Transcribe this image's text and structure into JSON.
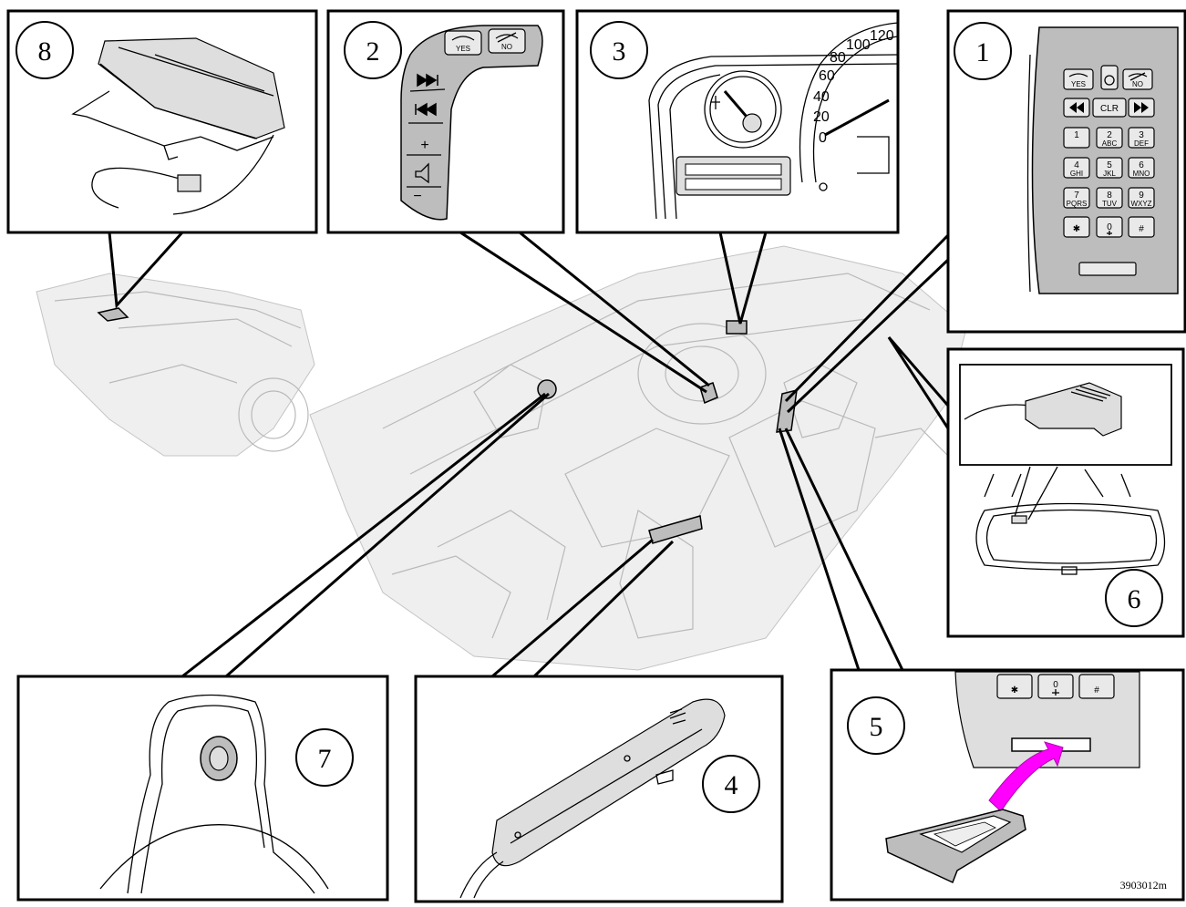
{
  "callouts": {
    "c1": "1",
    "c2": "2",
    "c3": "3",
    "c4": "4",
    "c5": "5",
    "c6": "6",
    "c7": "7",
    "c8": "8"
  },
  "keypad": {
    "yes": "YES",
    "no": "NO",
    "clr": "CLR",
    "keys": [
      {
        "digit": "1",
        "letters": ""
      },
      {
        "digit": "2",
        "letters": "ABC"
      },
      {
        "digit": "3",
        "letters": "DEF"
      },
      {
        "digit": "4",
        "letters": "GHI"
      },
      {
        "digit": "5",
        "letters": "JKL"
      },
      {
        "digit": "6",
        "letters": "MNO"
      },
      {
        "digit": "7",
        "letters": "PQRS"
      },
      {
        "digit": "8",
        "letters": "TUV"
      },
      {
        "digit": "9",
        "letters": "WXYZ"
      }
    ],
    "star": "✱",
    "zero": "0",
    "hash": "#"
  },
  "steering": {
    "yes": "YES",
    "no": "NO",
    "plus": "+",
    "minus": "−"
  },
  "gauge_scale": [
    "100",
    "120",
    "80",
    "60",
    "40",
    "20",
    "0"
  ],
  "reference_code": "3903012m"
}
